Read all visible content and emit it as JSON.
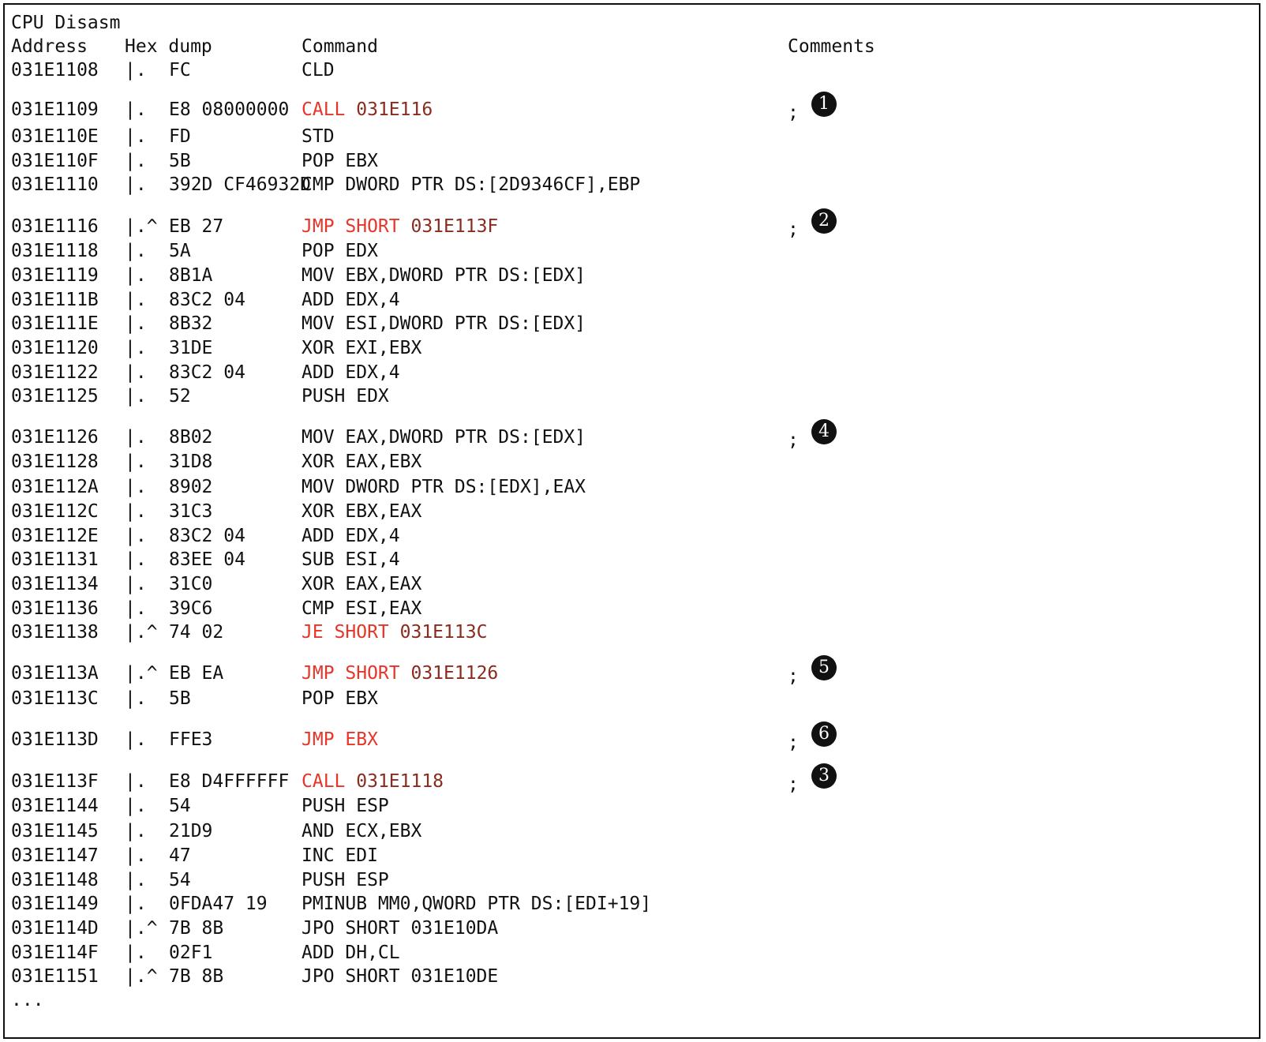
{
  "title": "CPU Disasm",
  "headers": {
    "address": "Address",
    "hex": "Hex dump",
    "command": "Command",
    "comments": "Comments"
  },
  "rows": [
    {
      "addr": "031E1108",
      "mark": "|.",
      "hex": "FC",
      "op": "CLD",
      "arg": "",
      "flow": false
    },
    {
      "addr": "031E1109",
      "mark": "|.",
      "hex": "E8 08000000",
      "op": "CALL",
      "arg": "031E116",
      "flow": true,
      "comment": ";",
      "badge": "1"
    },
    {
      "addr": "031E110E",
      "mark": "|.",
      "hex": "FD",
      "op": "STD",
      "arg": "",
      "flow": false
    },
    {
      "addr": "031E110F",
      "mark": "|.",
      "hex": "5B",
      "op": "POP EBX",
      "arg": "",
      "flow": false
    },
    {
      "addr": "031E1110",
      "mark": "|.",
      "hex": "392D CF46932D",
      "op": "CMP DWORD PTR DS:[2D9346CF],EBP",
      "arg": "",
      "flow": false
    },
    {
      "addr": "031E1116",
      "mark": "|.^",
      "hex": "EB 27",
      "op": "JMP SHORT",
      "arg": "031E113F",
      "flow": true,
      "comment": ";",
      "badge": "2"
    },
    {
      "addr": "031E1118",
      "mark": "|.",
      "hex": "5A",
      "op": "POP EDX",
      "arg": "",
      "flow": false
    },
    {
      "addr": "031E1119",
      "mark": "|.",
      "hex": "8B1A",
      "op": "MOV EBX,DWORD PTR DS:[EDX]",
      "arg": "",
      "flow": false
    },
    {
      "addr": "031E111B",
      "mark": "|.",
      "hex": "83C2 04",
      "op": "ADD EDX,4",
      "arg": "",
      "flow": false
    },
    {
      "addr": "031E111E",
      "mark": "|.",
      "hex": "8B32",
      "op": "MOV ESI,DWORD PTR DS:[EDX]",
      "arg": "",
      "flow": false
    },
    {
      "addr": "031E1120",
      "mark": "|.",
      "hex": "31DE",
      "op": "XOR EXI,EBX",
      "arg": "",
      "flow": false
    },
    {
      "addr": "031E1122",
      "mark": "|.",
      "hex": "83C2 04",
      "op": "ADD EDX,4",
      "arg": "",
      "flow": false
    },
    {
      "addr": "031E1125",
      "mark": "|.",
      "hex": "52",
      "op": "PUSH EDX",
      "arg": "",
      "flow": false
    },
    {
      "addr": "031E1126",
      "mark": "|.",
      "hex": "8B02",
      "op": "MOV EAX,DWORD PTR DS:[EDX]",
      "arg": "",
      "flow": false,
      "comment": ";",
      "badge": "4"
    },
    {
      "addr": "031E1128",
      "mark": "|.",
      "hex": "31D8",
      "op": "XOR EAX,EBX",
      "arg": "",
      "flow": false
    },
    {
      "addr": "031E112A",
      "mark": "|.",
      "hex": "8902",
      "op": "MOV DWORD PTR DS:[EDX],EAX",
      "arg": "",
      "flow": false
    },
    {
      "addr": "031E112C",
      "mark": "|.",
      "hex": "31C3",
      "op": "XOR EBX,EAX",
      "arg": "",
      "flow": false
    },
    {
      "addr": "031E112E",
      "mark": "|.",
      "hex": "83C2 04",
      "op": "ADD EDX,4",
      "arg": "",
      "flow": false
    },
    {
      "addr": "031E1131",
      "mark": "|.",
      "hex": "83EE 04",
      "op": "SUB ESI,4",
      "arg": "",
      "flow": false
    },
    {
      "addr": "031E1134",
      "mark": "|.",
      "hex": "31C0",
      "op": "XOR EAX,EAX",
      "arg": "",
      "flow": false
    },
    {
      "addr": "031E1136",
      "mark": "|.",
      "hex": "39C6",
      "op": "CMP ESI,EAX",
      "arg": "",
      "flow": false
    },
    {
      "addr": "031E1138",
      "mark": "|.^",
      "hex": "74 02",
      "op": "JE SHORT",
      "arg": "031E113C",
      "flow": true
    },
    {
      "addr": "031E113A",
      "mark": "|.^",
      "hex": "EB EA",
      "op": "JMP SHORT",
      "arg": "031E1126",
      "flow": true,
      "comment": ";",
      "badge": "5"
    },
    {
      "addr": "031E113C",
      "mark": "|.",
      "hex": "5B",
      "op": "POP EBX",
      "arg": "",
      "flow": false
    },
    {
      "addr": "031E113D",
      "mark": "|.",
      "hex": "FFE3",
      "op": "JMP EBX",
      "arg": "",
      "flow": true,
      "comment": ";",
      "badge": "6"
    },
    {
      "addr": "031E113F",
      "mark": "|.",
      "hex": "E8 D4FFFFFF",
      "op": "CALL",
      "arg": "031E1118",
      "flow": true,
      "comment": ";",
      "badge": "3"
    },
    {
      "addr": "031E1144",
      "mark": "|.",
      "hex": "54",
      "op": "PUSH ESP",
      "arg": "",
      "flow": false
    },
    {
      "addr": "031E1145",
      "mark": "|.",
      "hex": "21D9",
      "op": "AND ECX,EBX",
      "arg": "",
      "flow": false
    },
    {
      "addr": "031E1147",
      "mark": "|.",
      "hex": "47",
      "op": "INC EDI",
      "arg": "",
      "flow": false
    },
    {
      "addr": "031E1148",
      "mark": "|.",
      "hex": "54",
      "op": "PUSH ESP",
      "arg": "",
      "flow": false
    },
    {
      "addr": "031E1149",
      "mark": "|.",
      "hex": "0FDA47 19",
      "op": "PMINUB MM0,QWORD PTR DS:[EDI+19]",
      "arg": "",
      "flow": false
    },
    {
      "addr": "031E114D",
      "mark": "|.^",
      "hex": "7B 8B",
      "op": "JPO SHORT 031E10DA",
      "arg": "",
      "flow": false
    },
    {
      "addr": "031E114F",
      "mark": "|.",
      "hex": "02F1",
      "op": "ADD DH,CL",
      "arg": "",
      "flow": false
    },
    {
      "addr": "031E1151",
      "mark": "|.^",
      "hex": "7B 8B",
      "op": "JPO SHORT 031E10DE",
      "arg": "",
      "flow": false
    }
  ],
  "ellipsis": "...",
  "colors": {
    "flow_op": "#e8352a",
    "flow_arg": "#8b2b1e",
    "text": "#111111"
  }
}
